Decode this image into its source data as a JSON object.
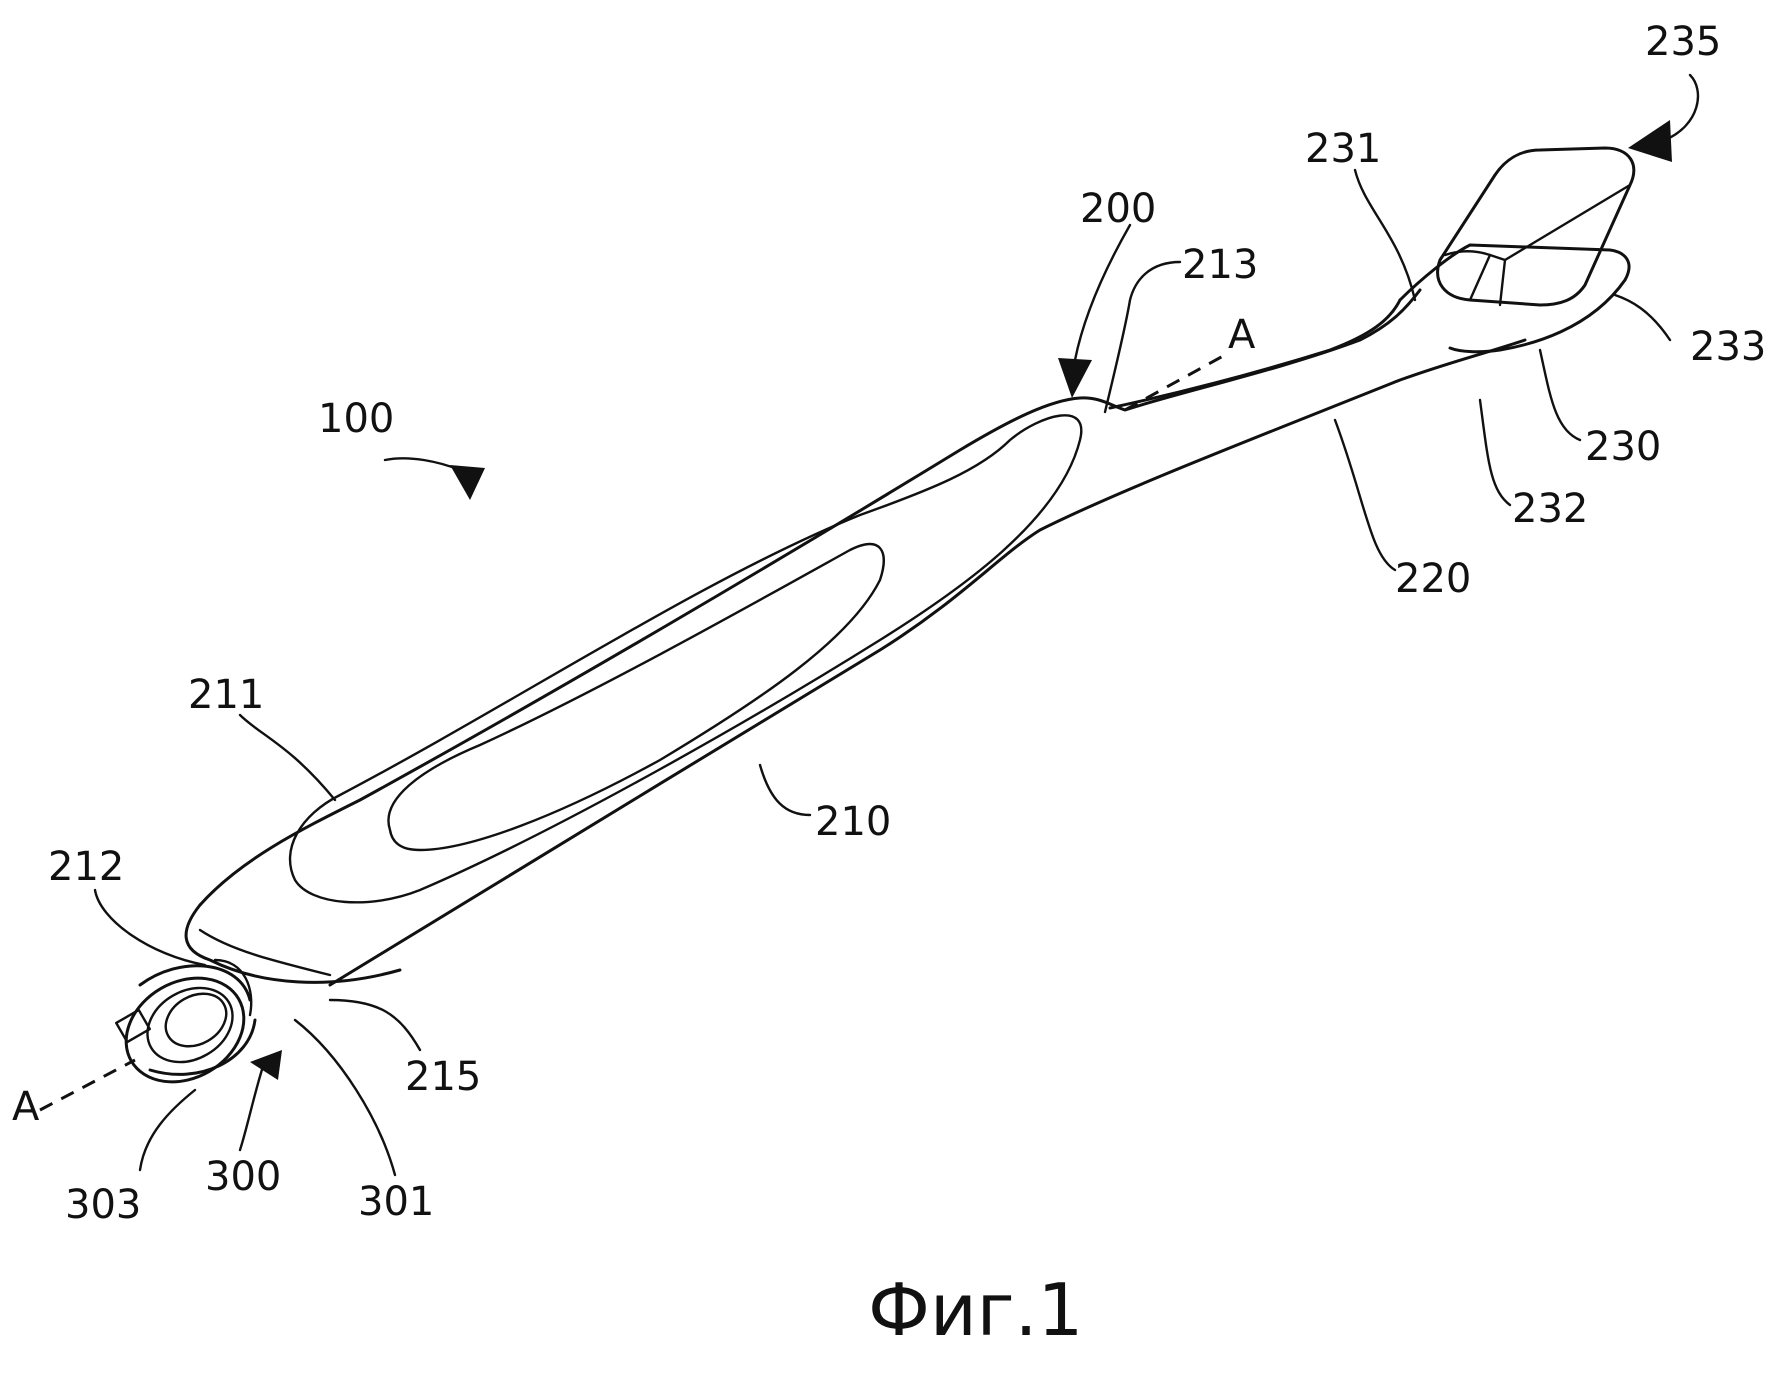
{
  "figure": {
    "caption": "Фиг.1",
    "axis_label": "A",
    "reference_numerals": {
      "n100": "100",
      "n200": "200",
      "n210": "210",
      "n211": "211",
      "n212": "212",
      "n213": "213",
      "n215": "215",
      "n220": "220",
      "n230": "230",
      "n231": "231",
      "n232": "232",
      "n233": "233",
      "n235": "235",
      "n300": "300",
      "n301": "301",
      "n303": "303"
    }
  }
}
